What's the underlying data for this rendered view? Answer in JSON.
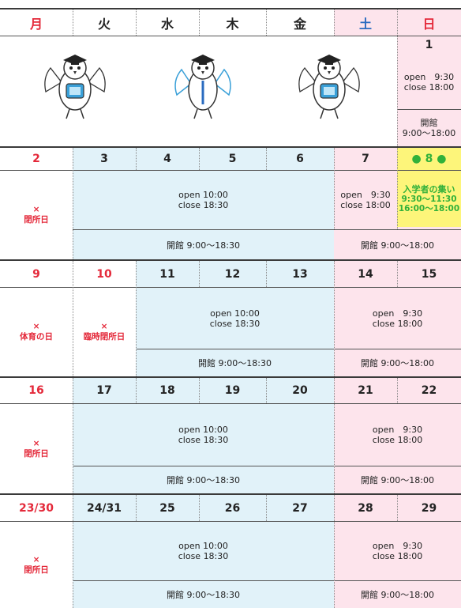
{
  "weekdays": [
    {
      "label": "月",
      "color": "red"
    },
    {
      "label": "火",
      "color": "black"
    },
    {
      "label": "水",
      "color": "black"
    },
    {
      "label": "木",
      "color": "black"
    },
    {
      "label": "金",
      "color": "black"
    },
    {
      "label": "土",
      "color": "blue"
    },
    {
      "label": "日",
      "color": "red"
    }
  ],
  "week1": {
    "day": "1",
    "hours": "open　9:30\nclose 18:00",
    "kaikan": "開館\n9:00～18:00"
  },
  "week2": {
    "days": [
      "2",
      "3",
      "4",
      "5",
      "6",
      "7",
      "● 8 ●"
    ],
    "closed": "×\n閉所日",
    "weekday_hours": "open  10:00\nclose 18:30",
    "sat_hours": "open　9:30\nclose 18:00",
    "event_title": "入学者の集い",
    "event_times": "9:30～11:30\n16:00～18:00",
    "weekday_kaikan": "開館  9:00～18:30",
    "weekend_kaikan": "開館  9:00～18:00"
  },
  "week3": {
    "days": [
      "9",
      "10",
      "11",
      "12",
      "13",
      "14",
      "15"
    ],
    "closed_mon": "×\n体育の日",
    "closed_tue": "×\n臨時閉所日",
    "weekday_hours": "open  10:00\nclose 18:30",
    "weekend_hours": "open　9:30\nclose 18:00",
    "weekday_kaikan": "開館  9:00～18:30",
    "weekend_kaikan": "開館  9:00～18:00"
  },
  "week4": {
    "days": [
      "16",
      "17",
      "18",
      "19",
      "20",
      "21",
      "22"
    ],
    "closed": "×\n閉所日",
    "weekday_hours": "open  10:00\nclose 18:30",
    "weekend_hours": "open　9:30\nclose 18:00",
    "weekday_kaikan": "開館  9:00～18:30",
    "weekend_kaikan": "開館  9:00～18:00"
  },
  "week5": {
    "days": [
      "23/30",
      "24/31",
      "25",
      "26",
      "27",
      "28",
      "29"
    ],
    "closed": "×\n閉所日",
    "weekday_hours": "open  10:00\nclose 18:30",
    "weekend_hours": "open　9:30\nclose 18:00",
    "weekday_kaikan": "開館  9:00～18:30",
    "weekend_kaikan": "開館  9:00～18:00"
  },
  "colors": {
    "red": "#e4293a",
    "blue": "#2a6bc0",
    "green": "#31b13a",
    "light_blue": "#e1f2f9",
    "pink": "#fde4ec",
    "yellow": "#fdf57a"
  },
  "icons": [
    "graduate-bird-icon"
  ]
}
